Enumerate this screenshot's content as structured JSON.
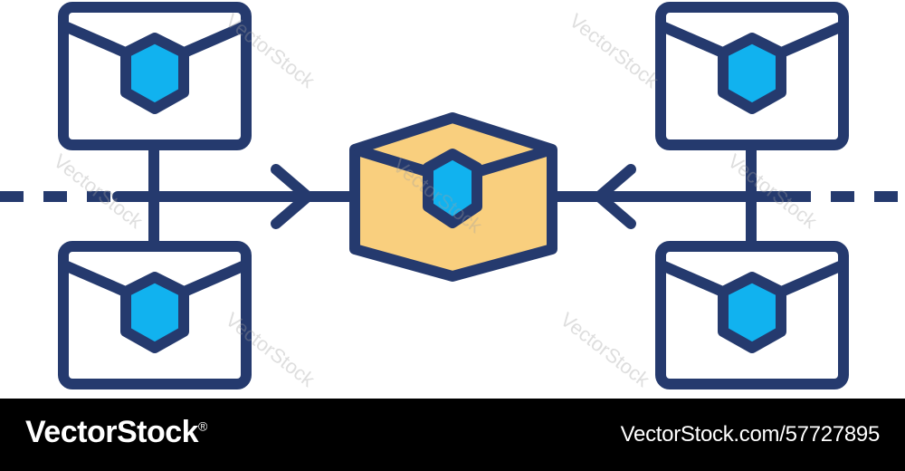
{
  "colors": {
    "outline": "#253a6e",
    "box_fill": "#ffffff",
    "center_fill": "#f9cf7e",
    "hex_fill": "#11b2ef",
    "footer_bg": "#000000",
    "footer_text": "#ffffff"
  },
  "diagram": {
    "nodes": [
      "envelope-top-left",
      "envelope-bottom-left",
      "package-center",
      "envelope-top-right",
      "envelope-bottom-right"
    ],
    "icons": {
      "envelope": "envelope-icon",
      "package": "package-box-icon",
      "token": "hexagon-token-icon",
      "arrow": "arrow-icon"
    }
  },
  "watermark": {
    "text": "VectorStock"
  },
  "footer": {
    "brand": "VectorStock",
    "brand_mark": "®",
    "image_id": "VectorStock.com/57727895"
  }
}
